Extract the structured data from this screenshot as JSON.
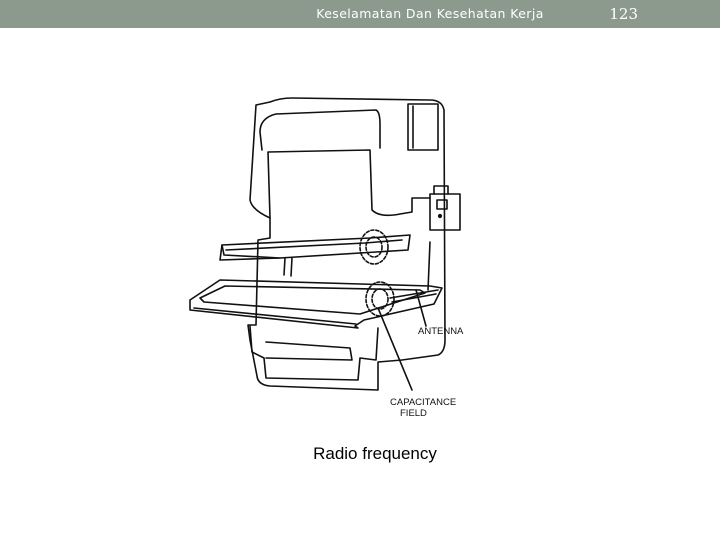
{
  "header": {
    "title": "Keselamatan Dan Kesehatan Kerja",
    "slide_number": "123"
  },
  "figure": {
    "callouts": {
      "antenna": "ANTENNA",
      "capacitance_line1": "CAPACITANCE",
      "capacitance_line2": "FIELD"
    }
  },
  "caption": "Radio frequency"
}
